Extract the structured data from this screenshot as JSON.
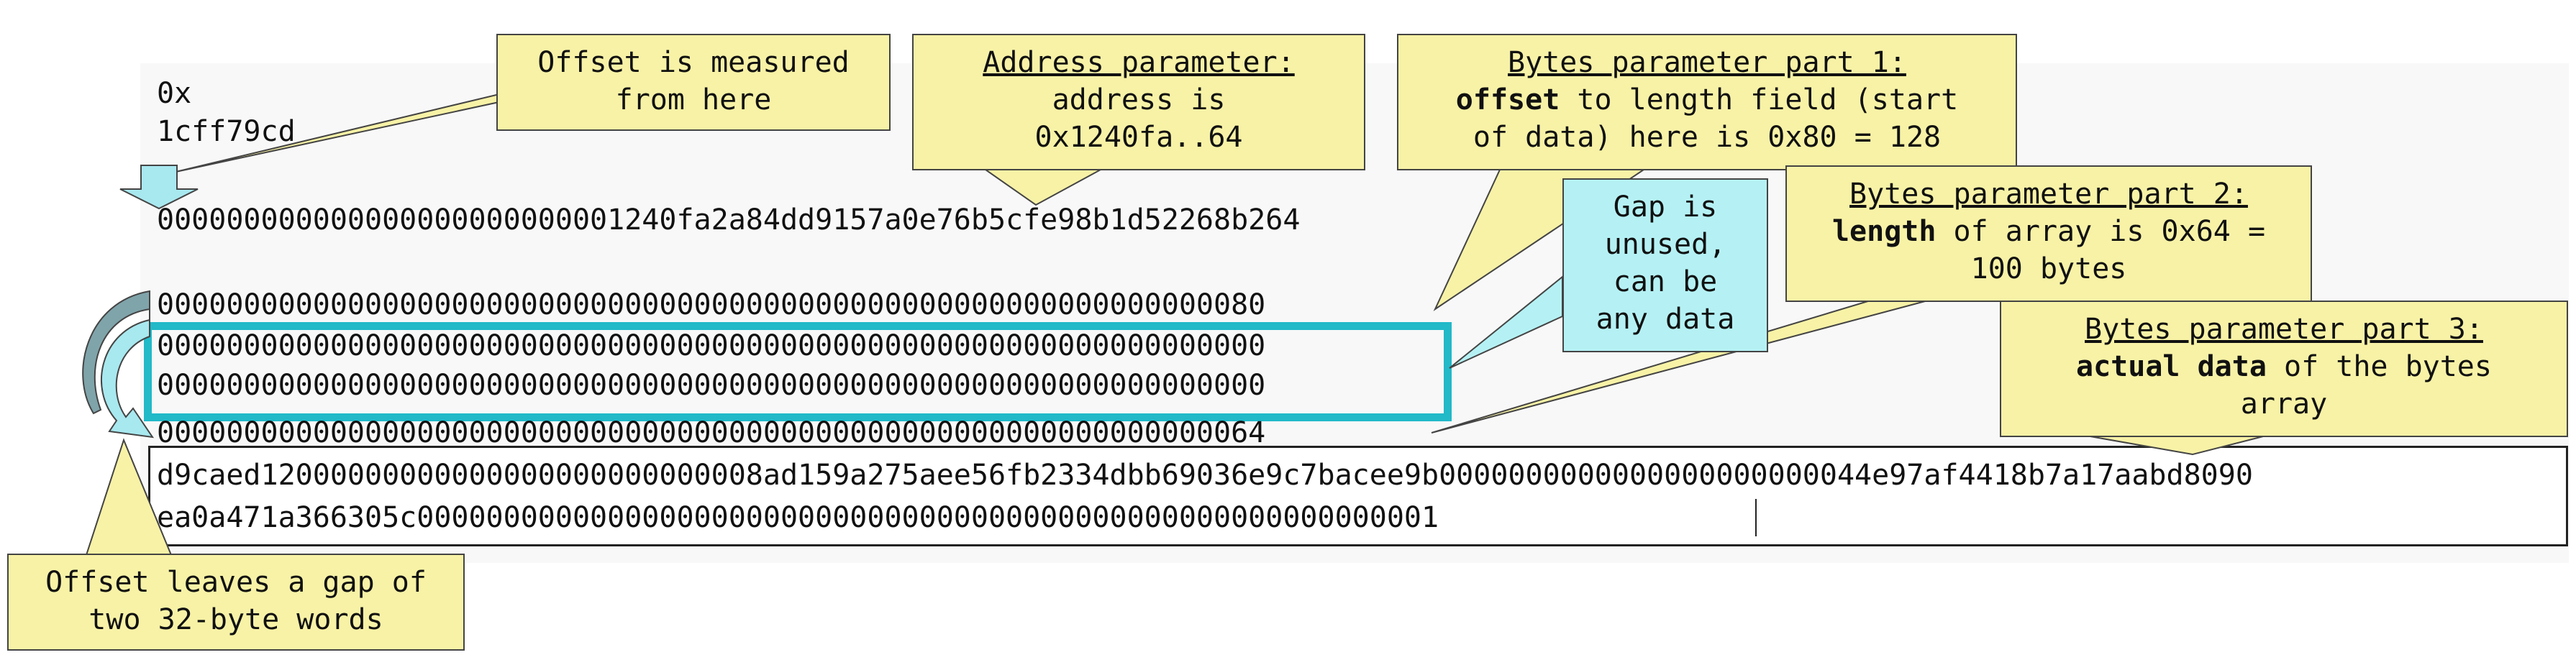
{
  "base_address": [
    "0x",
    "1cff79cd"
  ],
  "calldata_lines": [
    "000000000000000000000000001240fa2a84dd9157a0e76b5cfe98b1d52268b264",
    "0000000000000000000000000000000000000000000000000000000000000080",
    "0000000000000000000000000000000000000000000000000000000000000000",
    "0000000000000000000000000000000000000000000000000000000000000000",
    "0000000000000000000000000000000000000000000000000000000000000064",
    "d9caed12000000000000000000000000008ad159a275aee56fb2334dbb69036e9c7bacee9b0000000000000000000000044e97af4418b7a17aabd8090",
    "ea0a471a366305c00000000000000000000000000000000000000000000000000000000001"
  ],
  "callouts": {
    "offset_measured": [
      "Offset is measured",
      "from here"
    ],
    "address_param": {
      "heading": "Address parameter:",
      "lines": [
        "address is",
        "0x1240fa..64"
      ]
    },
    "bytes_part1": {
      "heading": "Bytes parameter part 1:",
      "bold": "offset",
      "line1_rest": " to length field (start",
      "line2": "of data) here is 0x80 = 128"
    },
    "gap": [
      "Gap is",
      "unused,",
      "can be",
      "any data"
    ],
    "bytes_part2": {
      "heading": "Bytes parameter part 2:",
      "bold": "length",
      "line1_rest": " of array is 0x64 =",
      "line2": "100 bytes"
    },
    "bytes_part3": {
      "heading": "Bytes parameter part 3:",
      "bold": "actual data",
      "line1_rest": " of the bytes",
      "line2": "array"
    },
    "offset_gap": [
      "Offset leaves a gap of",
      "two 32-byte words"
    ]
  },
  "colors": {
    "callout_yellow": "#f7f2a6",
    "callout_cyan": "#b5f1f4",
    "highlight_border": "#22b9c8",
    "arrow_fill": "#a8e8ef"
  }
}
